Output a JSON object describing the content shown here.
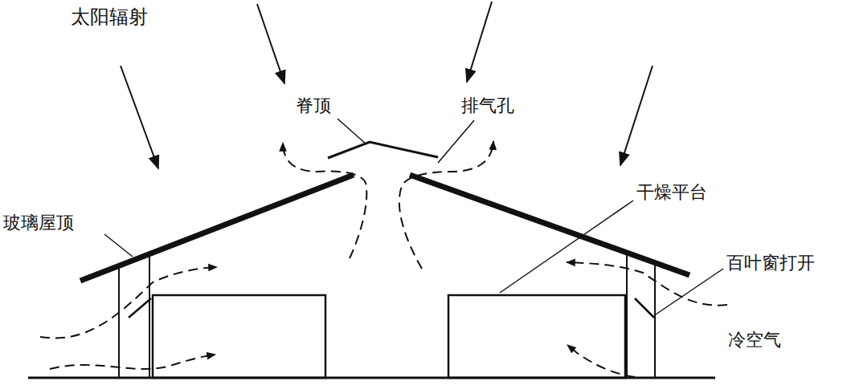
{
  "diagram": {
    "labels": [
      "太阳辐射",
      "脊顶",
      "排气孔",
      "玻璃屋顶",
      "干燥平台",
      "百叶窗打开",
      "冷空气"
    ]
  }
}
